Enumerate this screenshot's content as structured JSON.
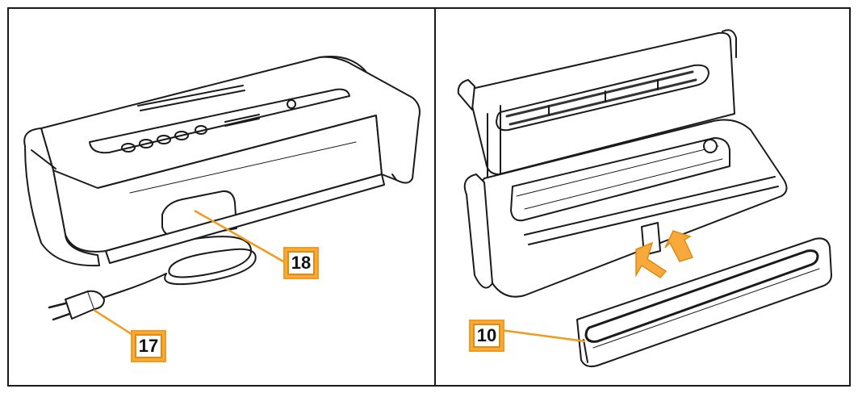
{
  "figure": {
    "callouts": [
      {
        "id": "cord",
        "number": "17"
      },
      {
        "id": "cord-storage",
        "number": "18"
      },
      {
        "id": "seal-bar",
        "number": "10"
      }
    ],
    "colors": {
      "callout_fill": "#f7a93c",
      "callout_border": "#e08a10",
      "leader_line": "#f29a1a",
      "arrow": "#f7a93c",
      "line_art": "#1a1a1a"
    }
  }
}
